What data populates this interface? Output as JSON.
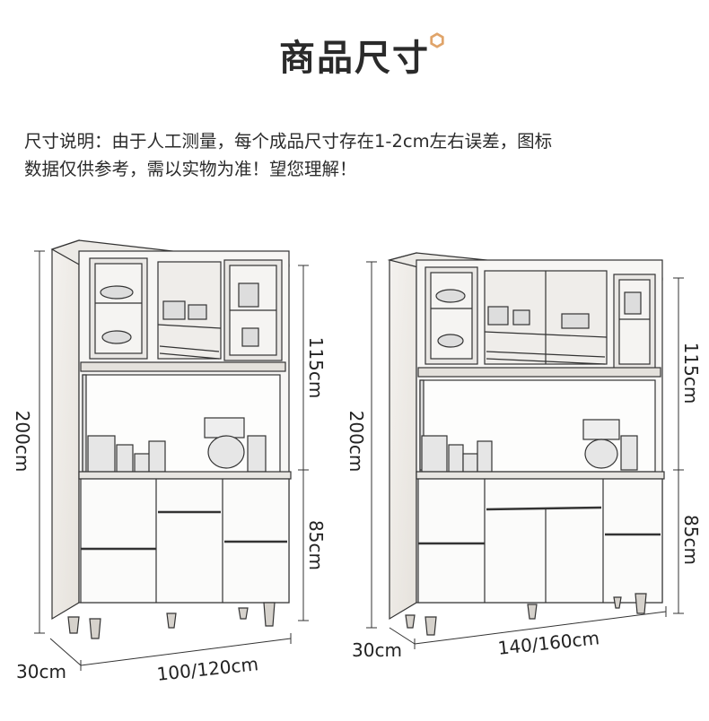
{
  "title": "商品尺寸",
  "note": {
    "line1": "尺寸说明：由于人工测量，每个成品尺寸存在1-2cm左右误差，图标",
    "line2": "数据仅供参考，需以实物为准！望您理解！"
  },
  "accent_color": "#e0a46a",
  "icons": {
    "title_mark": "hexagon-outline-icon"
  },
  "cabinets": [
    {
      "name": "small",
      "height_label": "200cm",
      "upper_label": "115cm",
      "lower_label": "85cm",
      "depth_label": "30cm",
      "width_label": "100/120cm"
    },
    {
      "name": "large",
      "height_label": "200cm",
      "upper_label": "115cm",
      "lower_label": "85cm",
      "depth_label": "30cm",
      "width_label": "140/160cm"
    }
  ]
}
